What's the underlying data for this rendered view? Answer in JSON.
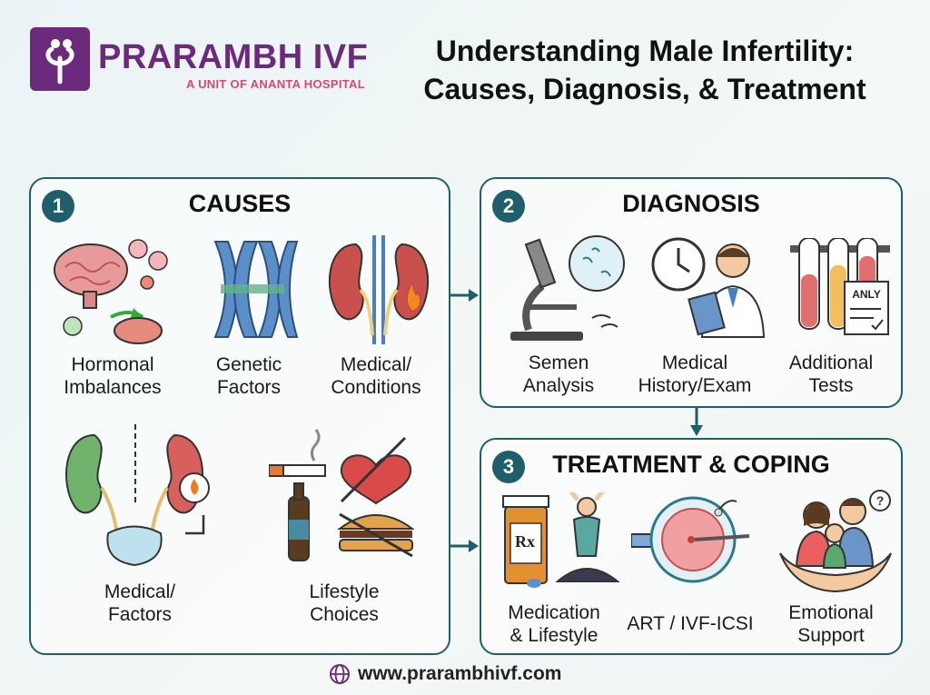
{
  "header": {
    "brand": "PRARAMBH IVF",
    "brand_sub": "A UNIT OF ANANTA HOSPITAL",
    "title_line1": "Understanding Male Infertility:",
    "title_line2": "Causes, Diagnosis, & Treatment"
  },
  "colors": {
    "brand": "#6b2a7b",
    "accent": "#d64a72",
    "panel_border": "#1f5e6b"
  },
  "causes": {
    "number": "1",
    "title": "CAUSES",
    "items": [
      {
        "icon": "brain-hormone-icon",
        "line1": "Hormonal",
        "line2": "Imbalances"
      },
      {
        "icon": "chromosome-icon",
        "line1": "Genetic",
        "line2": "Factors"
      },
      {
        "icon": "kidney-inflammation-icon",
        "line1": "Medical/",
        "line2": "Conditions"
      },
      {
        "icon": "kidney-bladder-icon",
        "line1": "Medical/",
        "line2": "Factors"
      },
      {
        "icon": "lifestyle-icon",
        "line1": "Lifestyle",
        "line2": "Choices"
      }
    ]
  },
  "diagnosis": {
    "number": "2",
    "title": "DIAGNOSIS",
    "items": [
      {
        "icon": "microscope-icon",
        "line1": "Semen",
        "line2": "Analysis"
      },
      {
        "icon": "doctor-clock-icon",
        "line1": "Medical",
        "line2": "History/Exam"
      },
      {
        "icon": "test-tubes-icon",
        "line1": "Additional",
        "line2": "Tests",
        "clip_text": "ANLY"
      }
    ]
  },
  "treatment": {
    "number": "3",
    "title": "TREATMENT & COPING",
    "items": [
      {
        "icon": "medication-yoga-icon",
        "line1": "Medication",
        "line2": "& Lifestyle",
        "bottle_text": "Rx"
      },
      {
        "icon": "icsi-egg-icon",
        "line1": "ART / IVF-ICSI",
        "line2": ""
      },
      {
        "icon": "family-support-icon",
        "line1": "Emotional",
        "line2": "Support"
      }
    ]
  },
  "footer": {
    "icon": "globe-icon",
    "url": "www.prarambhivf.com"
  }
}
